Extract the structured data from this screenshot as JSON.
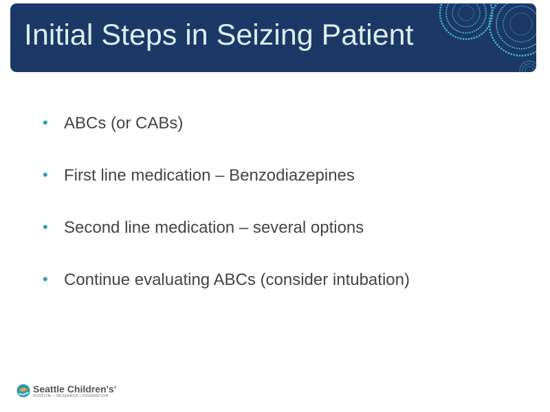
{
  "slide": {
    "title": "Initial Steps in Seizing Patient",
    "bullets": [
      "ABCs (or CABs)",
      "First line medication – Benzodiazepines",
      "Second line medication – several options",
      "Continue evaluating ABCs (consider intubation)"
    ],
    "bullet_glyph": "•"
  },
  "logo": {
    "name": "Seattle Children's",
    "registered": "®",
    "tagline": "HOSPITAL • RESEARCH • FOUNDATION"
  },
  "colors": {
    "header": "#1c3866",
    "title": "#dceff3",
    "accent": "#2a9bb0",
    "body_text": "#444444"
  }
}
